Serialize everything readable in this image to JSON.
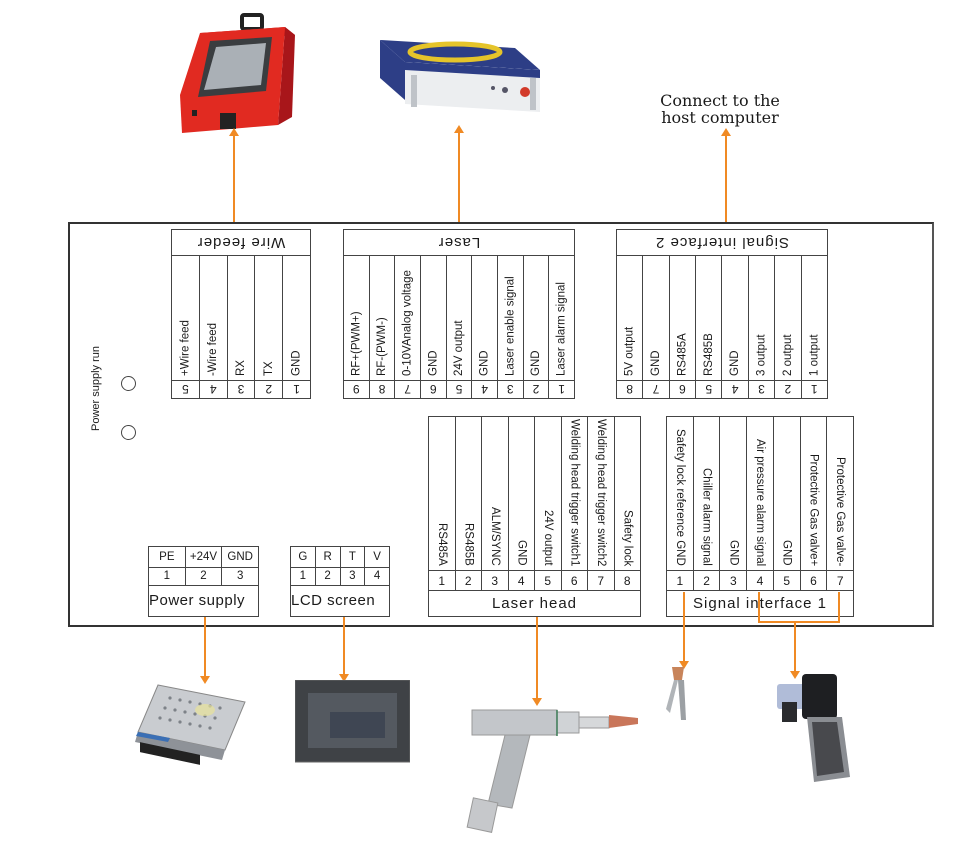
{
  "annotation": {
    "host_computer": [
      "Connect to the",
      "host computer"
    ]
  },
  "board": {
    "indicators": {
      "label": "Power supply  run",
      "leds": [
        "power-led",
        "run-led"
      ]
    },
    "wire_feeder": {
      "title": "Wire feeder",
      "pins": [
        {
          "num": "1",
          "label": "GND"
        },
        {
          "num": "2",
          "label": "TX"
        },
        {
          "num": "3",
          "label": "RX"
        },
        {
          "num": "4",
          "label": "-Wire feed"
        },
        {
          "num": "5",
          "label": "+Wire feed"
        }
      ]
    },
    "laser": {
      "title": "Laser",
      "pins": [
        {
          "num": "1",
          "label": "Laser alarm signal"
        },
        {
          "num": "2",
          "label": "GND"
        },
        {
          "num": "3",
          "label": "Laser enable signal"
        },
        {
          "num": "4",
          "label": "GND"
        },
        {
          "num": "5",
          "label": "24V output"
        },
        {
          "num": "6",
          "label": "GND"
        },
        {
          "num": "7",
          "label": "0-10VAnalog voltage"
        },
        {
          "num": "8",
          "label": "RF-(PWM-)"
        },
        {
          "num": "9",
          "label": "RF+(PWM+)"
        }
      ]
    },
    "signal_interface_2": {
      "title": "Signal interface 2",
      "pins": [
        {
          "num": "1",
          "label": "1 output"
        },
        {
          "num": "2",
          "label": "2 output"
        },
        {
          "num": "3",
          "label": "3 output"
        },
        {
          "num": "4",
          "label": "GND"
        },
        {
          "num": "5",
          "label": "RS485B"
        },
        {
          "num": "6",
          "label": "RS485A"
        },
        {
          "num": "7",
          "label": "GND"
        },
        {
          "num": "8",
          "label": "5V output"
        }
      ]
    },
    "laser_head": {
      "title": "Laser head",
      "pins": [
        {
          "num": "1",
          "label": "RS485A"
        },
        {
          "num": "2",
          "label": "RS485B"
        },
        {
          "num": "3",
          "label": "ALM/SYNC"
        },
        {
          "num": "4",
          "label": "GND"
        },
        {
          "num": "5",
          "label": "24V output"
        },
        {
          "num": "6",
          "label": "Welding head trigger switch1"
        },
        {
          "num": "7",
          "label": "Welding head trigger switch2"
        },
        {
          "num": "8",
          "label": "Safety lock"
        }
      ]
    },
    "signal_interface_1": {
      "title": "Signal interface 1",
      "pins": [
        {
          "num": "1",
          "label": "Safety lock reference GND"
        },
        {
          "num": "2",
          "label": "Chiller alarm signal"
        },
        {
          "num": "3",
          "label": "GND"
        },
        {
          "num": "4",
          "label": "Air pressure alarm signal"
        },
        {
          "num": "5",
          "label": "GND"
        },
        {
          "num": "6",
          "label": "Protective Gas valve+"
        },
        {
          "num": "7",
          "label": "Protective Gas valve-"
        }
      ]
    },
    "power_supply": {
      "title": "Power supply",
      "pins": [
        {
          "num": "1",
          "label": "PE"
        },
        {
          "num": "2",
          "label": "+24V"
        },
        {
          "num": "3",
          "label": "GND"
        }
      ]
    },
    "lcd_screen": {
      "title": "LCD screen",
      "pins": [
        {
          "num": "1",
          "label": "G"
        },
        {
          "num": "2",
          "label": "R"
        },
        {
          "num": "3",
          "label": "T"
        },
        {
          "num": "4",
          "label": "V"
        }
      ]
    }
  },
  "devices": {
    "wire_feeder": "wire-feeder-device",
    "laser": "laser-source-device",
    "power_supply": "switching-power-supply-device",
    "lcd": "lcd-touchscreen-device",
    "laser_head": "welding-gun-device",
    "ground_clamp": "ground-clamp-device",
    "gas_valve": "solenoid-valve-device"
  },
  "colors": {
    "connector": "#f08a24",
    "line": "#444444"
  }
}
